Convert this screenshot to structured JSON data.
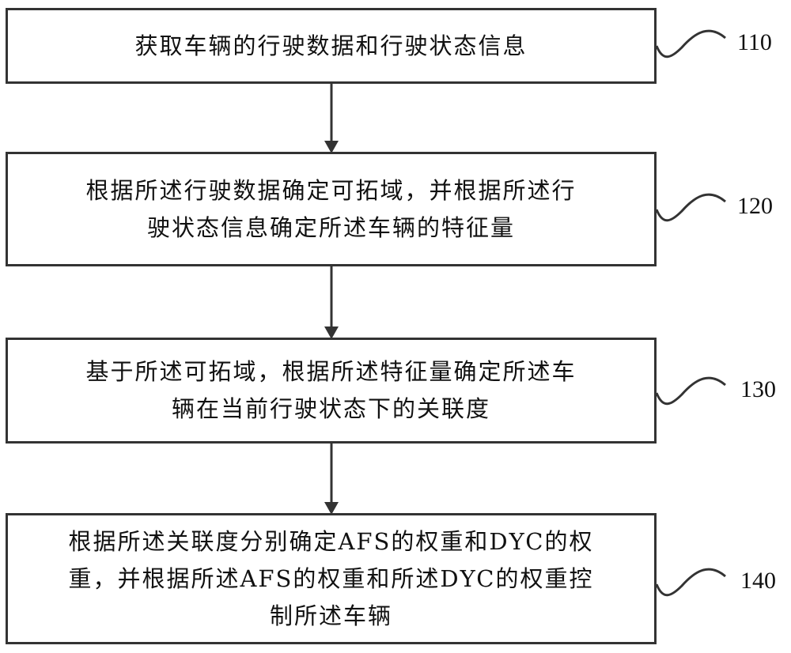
{
  "diagram": {
    "type": "flowchart",
    "steps": [
      {
        "id": "110",
        "lines": [
          "获取车辆的行驶数据和行驶状态信息"
        ]
      },
      {
        "id": "120",
        "lines": [
          "根据所述行驶数据确定可拓域，并根据所述行",
          "驶状态信息确定所述车辆的特征量"
        ]
      },
      {
        "id": "130",
        "lines": [
          "基于所述可拓域，根据所述特征量确定所述车",
          "辆在当前行驶状态下的关联度"
        ]
      },
      {
        "id": "140",
        "lines": [
          "根据所述关联度分别确定AFS的权重和DYC的权",
          "重，并根据所述AFS的权重和所述DYC的权重控",
          "制所述车辆"
        ]
      }
    ],
    "connections": [
      {
        "from": "110",
        "to": "120"
      },
      {
        "from": "120",
        "to": "130"
      },
      {
        "from": "130",
        "to": "140"
      }
    ],
    "colors": {
      "stroke": "#333333",
      "text": "#111111",
      "background": "#ffffff"
    }
  }
}
